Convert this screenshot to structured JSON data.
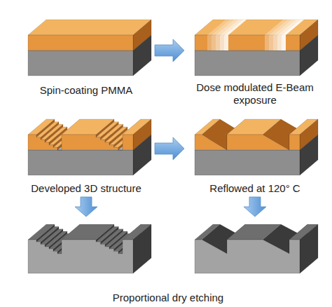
{
  "diagram": {
    "nodes": [
      {
        "text": [
          "Spin-coating PMMA"
        ]
      },
      {
        "text": [
          "Dose modulated E-Beam exposure"
        ]
      },
      {
        "text": [
          "Developed 3D structure"
        ]
      },
      {
        "text": [
          "Reflowed at 120° C"
        ]
      },
      {
        "text": [
          "Proportional dry etching"
        ]
      }
    ],
    "edges": [
      {
        "from": 0,
        "to": 1,
        "arrow": "to"
      },
      {
        "from": 2,
        "to": 3,
        "arrow": "to"
      },
      {
        "from": 2,
        "to": 4,
        "arrow": "to"
      },
      {
        "from": 3,
        "to": 4,
        "arrow": "to"
      }
    ]
  }
}
